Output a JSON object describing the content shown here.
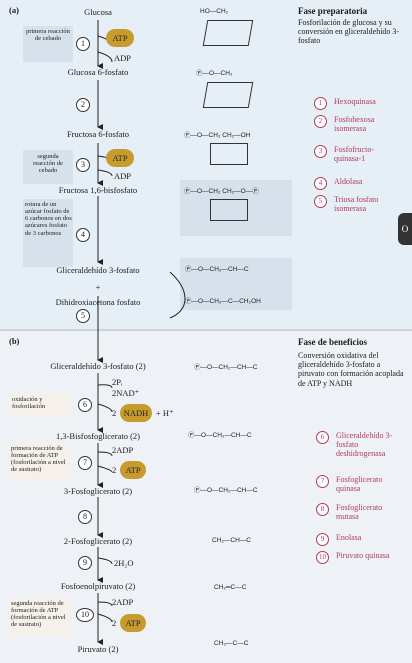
{
  "panel_a": {
    "label": "(a)",
    "title": "Fase preparatoria",
    "subtitle": "Fosforilación de glucosa y su conversión en gliceraldehído 3-fosfato",
    "metabolites": [
      "Glucosa",
      "Glucosa 6-fosfato",
      "Fructosa 6-fosfato",
      "Fructosa 1,6-bisfosfato",
      "Gliceraldehído 3-fosfato",
      "+",
      "Dihidroxiacetona fosfato"
    ],
    "notes": {
      "first_reaction": "primera reacción de cebado",
      "second_reaction": "segunda reacción de cebado",
      "cleavage": "rotura de un azúcar fosfato de 6 carbonos en dos azúcares fosfato de 3 carbonos"
    },
    "cofactors": {
      "atp1": "ATP",
      "adp1": "ADP",
      "atp2": "ATP",
      "adp2": "ADP"
    },
    "steps": [
      "1",
      "2",
      "3",
      "4",
      "5"
    ],
    "enzymes": [
      {
        "num": "1",
        "name": "Hexoquinasa"
      },
      {
        "num": "2",
        "name": "Fosfohexosa isomerasa"
      },
      {
        "num": "3",
        "name": "Fosfofructo-quinasa-1"
      },
      {
        "num": "4",
        "name": "Aldolasa"
      },
      {
        "num": "5",
        "name": "Triosa fosfato isomerasa"
      }
    ],
    "structures": {
      "glc_top": "HO—CH₂",
      "g6p_top": "Ⓟ—O—CH₂",
      "f6p": "Ⓟ—O—CH₂   CH₂—OH",
      "f16bp": "Ⓟ—O—CH₂   CH₂—O—Ⓟ",
      "ga3p": "Ⓟ—O—CH₂—CH—C",
      "dhap": "Ⓟ—O—CH₂—C—CH₂OH"
    }
  },
  "panel_b": {
    "label": "(b)",
    "title": "Fase de beneficios",
    "subtitle": "Conversión oxidativa del gliceraldehído 3-fosfato a piruvato con formación acoplada de ATP y NADH",
    "metabolites": [
      "Gliceraldehído 3-fosfato (2)",
      "1,3-Bisfosfoglicerato (2)",
      "3-Fosfoglicerato (2)",
      "2-Fosfoglicerato (2)",
      "Fosfoenolpiruvato (2)",
      "Piruvato (2)"
    ],
    "notes": {
      "oxidation": "oxidación y fosforilación",
      "first_atp": "primera reacción de formación de ATP (fosforilación a nivel de sustrato)",
      "second_atp": "segunda reacción de formación de ATP (fosforilación a nivel de sustrato)"
    },
    "cofactors": {
      "pi": "2Pᵢ",
      "nad": "2NAD⁺",
      "nadh": "NADH",
      "nadh_coef": "2",
      "h": "+ H⁺",
      "adp1": "2ADP",
      "atp1": "ATP",
      "atp1_coef": "2",
      "water": "2H₂O",
      "adp2": "2ADP",
      "atp2": "ATP",
      "atp2_coef": "2"
    },
    "steps": [
      "6",
      "7",
      "8",
      "9",
      "10"
    ],
    "enzymes": [
      {
        "num": "6",
        "name": "Gliceraldehído 3-fosfato deshidrogenasa"
      },
      {
        "num": "7",
        "name": "Fosfoglicerato quinasa"
      },
      {
        "num": "8",
        "name": "Fosfoglicerato mutasa"
      },
      {
        "num": "9",
        "name": "Enolasa"
      },
      {
        "num": "10",
        "name": "Piruvato quinasa"
      }
    ],
    "structures": {
      "ga3p": "Ⓟ—O—CH₂—CH—C",
      "bpg": "Ⓟ—O—CH₂—CH—C",
      "pg3": "Ⓟ—O—CH₂—CH—C",
      "pg2": "CH₂—CH—C",
      "pep": "CH₂═C—C",
      "pyr": "CH₃—C—C"
    }
  },
  "side_button": "O",
  "colors": {
    "accent": "#c79b2e",
    "enzyme": "#b03a5b",
    "panel": "#e6eef6"
  }
}
